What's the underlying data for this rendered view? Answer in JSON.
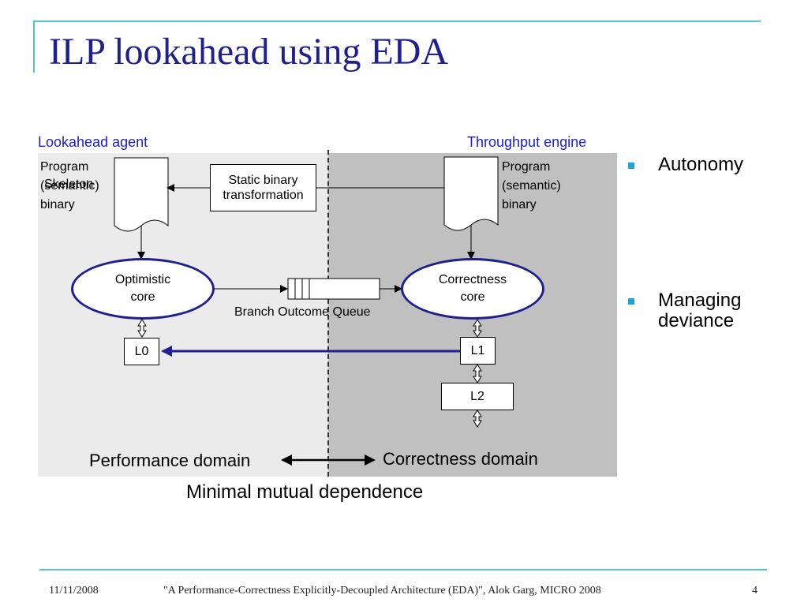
{
  "slide": {
    "title": "ILP lookahead using EDA",
    "footer": {
      "date": "11/11/2008",
      "citation": "\"A Performance-Correctness Explicitly-Decoupled Architecture (EDA)\", Alok Garg, MICRO 2008",
      "page_number": "4"
    }
  },
  "diagram": {
    "left_header": "Lookahead agent",
    "right_header": "Throughput engine",
    "left_program": {
      "line1": "Program",
      "line2": "(semantic)",
      "line2_overlay": "Skeleton",
      "line3": "binary"
    },
    "right_program": {
      "line1": "Program",
      "line2": "(semantic)",
      "line3": "binary"
    },
    "static_binary_box": {
      "line1": "Static binary",
      "line2": "transformation"
    },
    "optimistic_core": {
      "line1": "Optimistic",
      "line2": "core"
    },
    "correctness_core": {
      "line1": "Correctness",
      "line2": "core"
    },
    "queue_label": "Branch Outcome Queue",
    "caches": {
      "l0": "L0",
      "l1": "L1",
      "l2": "L2"
    },
    "performance_domain": "Performance domain",
    "correctness_domain": "Correctness domain",
    "summary": "Minimal mutual dependence",
    "colors": {
      "accent_blue": "#1f1f8f",
      "header_blue": "#1c1ccf",
      "frame_teal": "#57c3c8",
      "bullet_blue": "#1fa5d8"
    }
  },
  "bullets": [
    {
      "text": "Autonomy"
    },
    {
      "text": "Managing deviance"
    }
  ]
}
